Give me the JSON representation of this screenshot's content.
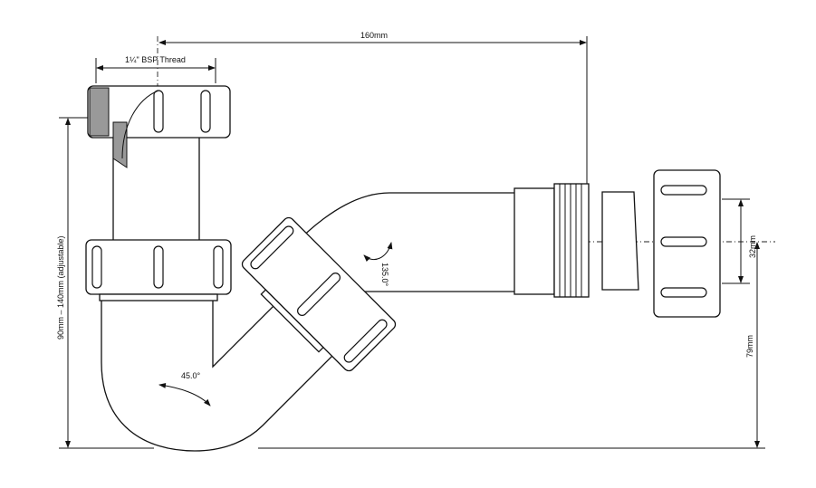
{
  "dimensions": {
    "offset": "160mm",
    "thread": "1¼\" BSP Thread",
    "height_range": "90mm – 140mm (adjustable)",
    "pipe_size": "32mm",
    "outlet_height": "79mm",
    "angle_outlet": "135.0°",
    "angle_bend": "45.0°"
  }
}
